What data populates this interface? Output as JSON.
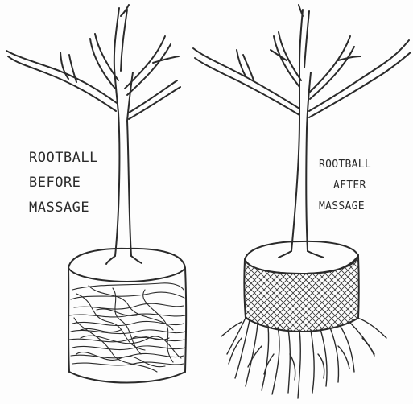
{
  "labels": {
    "before": [
      "ROOTBALL",
      "BEFORE",
      "MASSAGE"
    ],
    "after": [
      "ROOTBALL",
      "AFTER",
      "MASSAGE"
    ]
  },
  "colors": {
    "ink": "#2a2a2a",
    "paper": "#fdfdfd",
    "hatch": "#3a3a3a"
  },
  "panels": [
    {
      "id": "before",
      "soil": "circling-roots"
    },
    {
      "id": "after",
      "soil": "cross-hatch",
      "roots": "spreading"
    }
  ]
}
